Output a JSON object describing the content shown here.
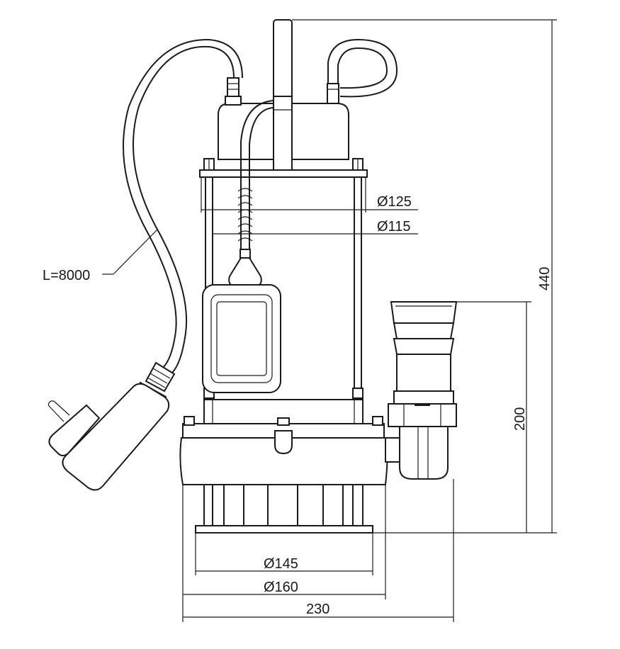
{
  "dimensions": {
    "cable_length": "L=8000",
    "housing_outer_diameter": "Ø125",
    "housing_inner_diameter": "Ø115",
    "total_height": "440",
    "outlet_height": "200",
    "base_inner_diameter": "Ø145",
    "base_outer_diameter": "Ø160",
    "overall_width": "230"
  }
}
